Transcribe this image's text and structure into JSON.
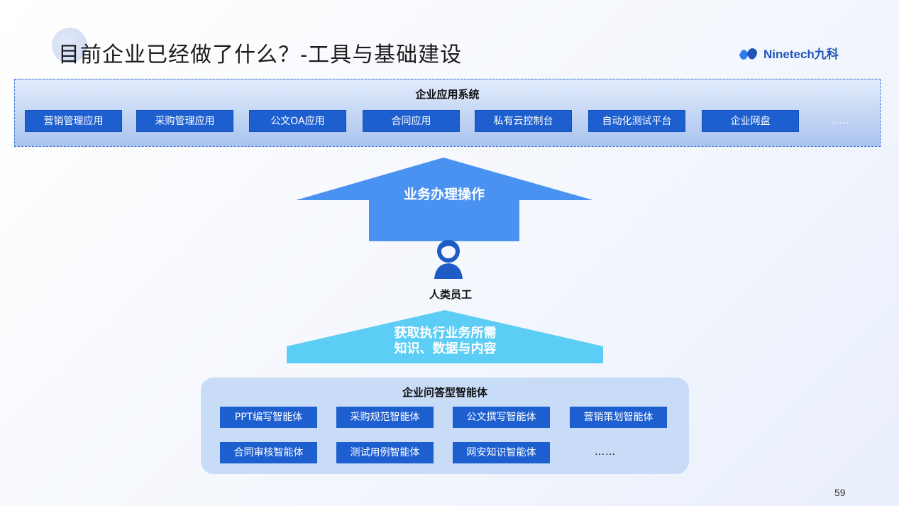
{
  "slide": {
    "title": "目前企业已经做了什么？-工具与基础建设",
    "page_number": "59"
  },
  "logo": {
    "text": "Ninetech九科",
    "icon": "ninetech-logo-icon",
    "color": "#1f55b7"
  },
  "app_systems": {
    "title": "企业应用系统",
    "items": [
      "营销管理应用",
      "采购管理应用",
      "公文OA应用",
      "合同应用",
      "私有云控制台",
      "自动化测试平台",
      "企业网盘"
    ],
    "more": "……"
  },
  "upper_arrow": {
    "label": "业务办理操作",
    "color": "#4a92f2"
  },
  "person": {
    "label": "人类员工",
    "icon": "person-icon"
  },
  "lower_arrow": {
    "line1": "获取执行业务所需",
    "line2": "知识、数据与内容",
    "color": "#5ccdf4"
  },
  "agents": {
    "title": "企业问答型智能体",
    "items": [
      "PPT编写智能体",
      "采购规范智能体",
      "公文撰写智能体",
      "营销策划智能体",
      "合同审核智能体",
      "测试用例智能体",
      "网安知识智能体"
    ],
    "more": "……"
  }
}
